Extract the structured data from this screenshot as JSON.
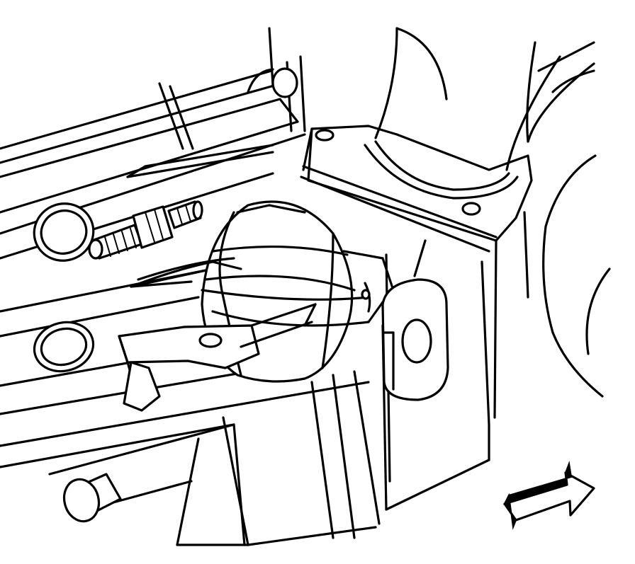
{
  "figure": {
    "subject": "exhaust-manifold-to-pipe-flange-assembly",
    "style": "monochrome line art",
    "ink_color": "#000000",
    "paper_color": "#ffffff"
  },
  "view_indicator": {
    "icon": "forward-arrow-icon",
    "direction": "front-of-vehicle"
  }
}
